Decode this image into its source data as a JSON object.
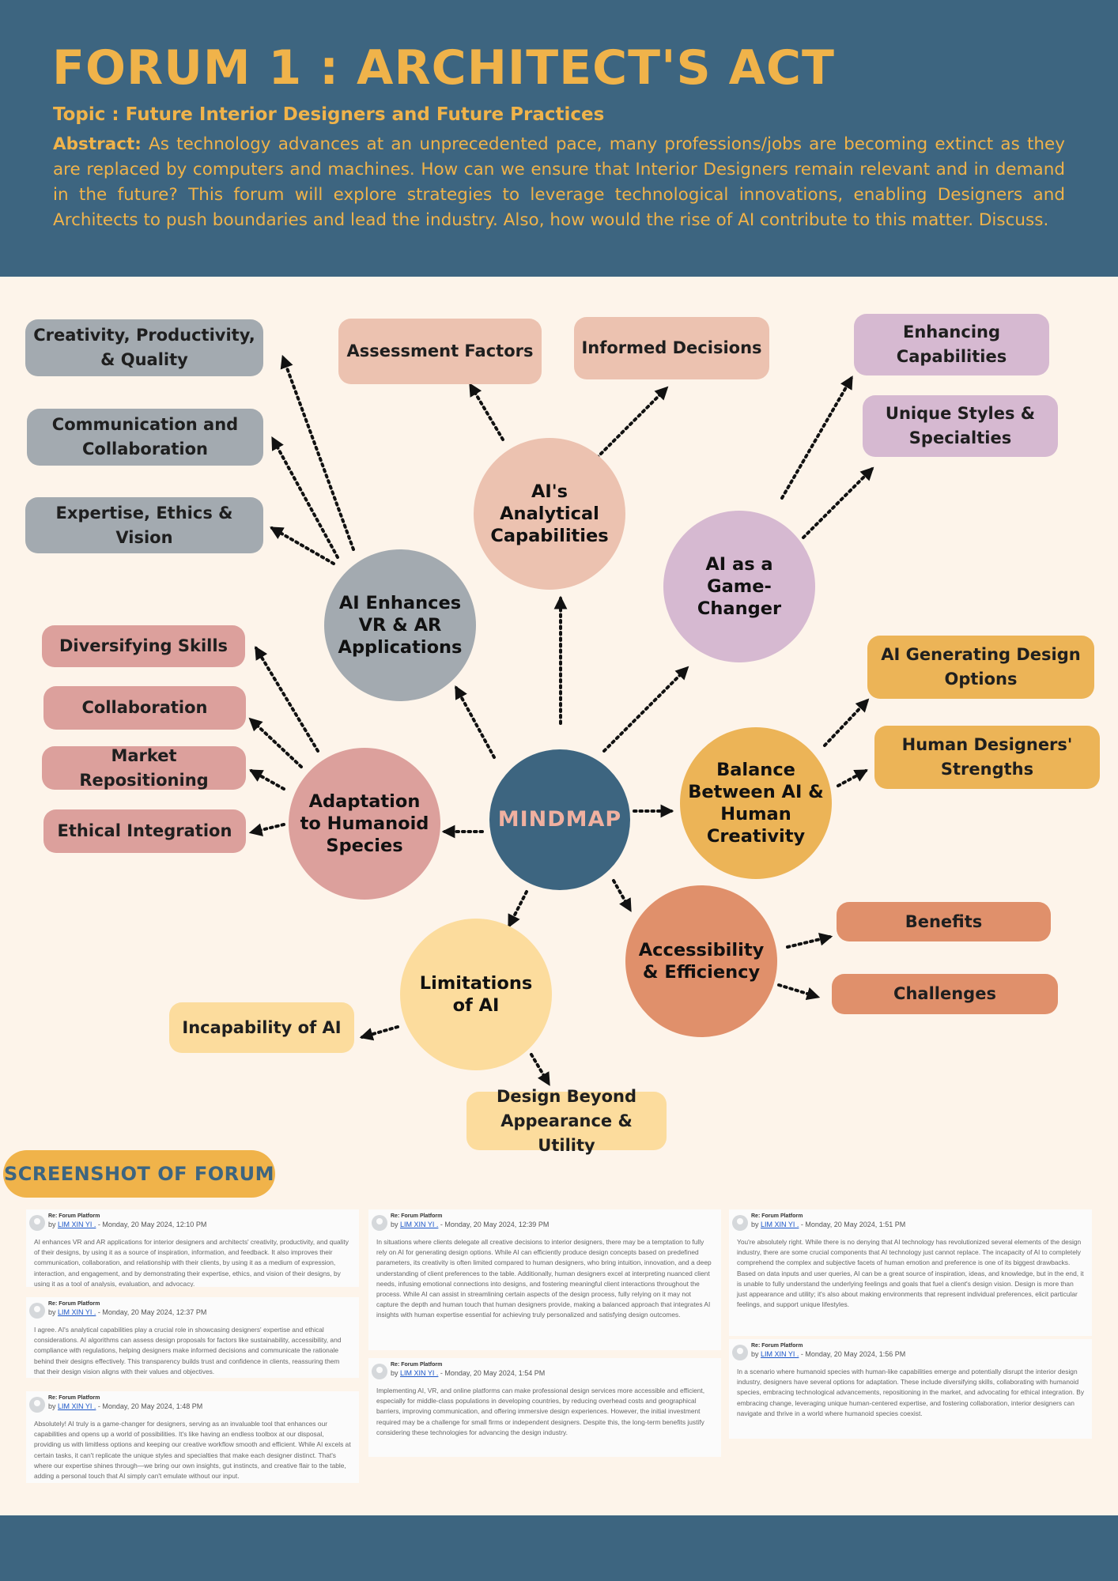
{
  "header": {
    "title": "FORUM 1 : ARCHITECT'S ACT",
    "topic": "Topic : Future Interior Designers and Future Practices",
    "abstract_label": "Abstract:",
    "abstract_text": "As technology advances at an unprecedented pace, many professions/jobs are becoming extinct as they are replaced by computers and machines. How can we ensure that Interior Designers remain relevant and in demand in the future? This forum will explore strategies to leverage technological innovations, enabling Designers and Architects to push boundaries and lead the industry. Also, how would the rise of AI contribute to this matter. Discuss."
  },
  "mindmap": {
    "center": "MINDMAP",
    "colors": {
      "grey": "#a3aab0",
      "peach": "#ecc2b0",
      "lilac": "#d6b9d1",
      "rose": "#dca09c",
      "gold": "#ecb457",
      "orange": "#e0906b",
      "cream": "#fcdc9d",
      "navy": "#3d6580"
    },
    "branches": {
      "vr_ar": "AI Enhances VR & AR Applications",
      "analytical": "AI's Analytical Capabilities",
      "game_changer": "AI as a Game-Changer",
      "adaptation": "Adaptation to Humanoid Species",
      "balance": "Balance Between AI & Human Creativity",
      "accessibility": "Accessibility & Efficiency",
      "limitations": "Limitations of AI"
    },
    "leaves": {
      "creativity": "Creativity, Productivity, & Quality",
      "communication": "Communication and Collaboration",
      "expertise": "Expertise, Ethics & Vision",
      "assessment": "Assessment Factors",
      "informed": "Informed Decisions",
      "enhancing": "Enhancing Capabilities",
      "unique": "Unique Styles & Specialties",
      "diversifying": "Diversifying Skills",
      "collaboration": "Collaboration",
      "market": "Market Repositioning",
      "ethical": "Ethical Integration",
      "generating": "AI Generating Design Options",
      "human_strengths": "Human Designers' Strengths",
      "benefits": "Benefits",
      "challenges": "Challenges",
      "incapability": "Incapability of AI",
      "design_beyond": "Design Beyond Appearance & Utility"
    }
  },
  "forum_section": {
    "label": "SCREENSHOT OF FORUM",
    "posts": [
      {
        "re": "Re: Forum Platform",
        "by": "by",
        "author": "LIM XIN YI .",
        "date": "- Monday, 20 May 2024, 12:10 PM",
        "body": "AI enhances VR and AR applications for interior designers and architects' creativity, productivity, and quality of their designs, by using it as a source of inspiration, information, and feedback. It also improves their communication, collaboration, and relationship with their clients, by using it as a medium of expression, interaction, and engagement, and by demonstrating their expertise, ethics, and vision of their designs, by using it as a tool of analysis, evaluation, and advocacy."
      },
      {
        "re": "Re: Forum Platform",
        "by": "by",
        "author": "LIM XIN YI .",
        "date": "- Monday, 20 May 2024, 12:37 PM",
        "body": "I agree. AI's analytical capabilities play a crucial role in showcasing designers' expertise and ethical considerations. AI algorithms can assess design proposals for factors like sustainability, accessibility, and compliance with regulations, helping designers make informed decisions and communicate the rationale behind their designs effectively. This transparency builds trust and confidence in clients, reassuring them that their design vision aligns with their values and objectives."
      },
      {
        "re": "Re: Forum Platform",
        "by": "by",
        "author": "LIM XIN YI .",
        "date": "- Monday, 20 May 2024, 1:48 PM",
        "body": "Absolutely! AI truly is a game-changer for designers, serving as an invaluable tool that enhances our capabilities and opens up a world of possibilities. It's like having an endless toolbox at our disposal, providing us with limitless options and keeping our creative workflow smooth and efficient. While AI excels at certain tasks, it can't replicate the unique styles and specialties that make each designer distinct. That's where our expertise shines through—we bring our own insights, gut instincts, and creative flair to the table, adding a personal touch that AI simply can't emulate without our input."
      },
      {
        "re": "Re: Forum Platform",
        "by": "by",
        "author": "LIM XIN YI .",
        "date": "- Monday, 20 May 2024, 12:39 PM",
        "body": "In situations where clients delegate all creative decisions to interior designers, there may be a temptation to fully rely on AI for generating design options. While AI can efficiently produce design concepts based on predefined parameters, its creativity is often limited compared to human designers, who bring intuition, innovation, and a deep understanding of client preferences to the table. Additionally, human designers excel at interpreting nuanced client needs, infusing emotional connections into designs, and fostering meaningful client interactions throughout the process. While AI can assist in streamlining certain aspects of the design process, fully relying on it may not capture the depth and human touch that human designers provide, making a balanced approach that integrates AI insights with human expertise essential for achieving truly personalized and satisfying design outcomes."
      },
      {
        "re": "Re: Forum Platform",
        "by": "by",
        "author": "LIM XIN YI .",
        "date": "- Monday, 20 May 2024, 1:54 PM",
        "body": "Implementing AI, VR, and online platforms can make professional design services more accessible and efficient, especially for middle-class populations in developing countries, by reducing overhead costs and geographical barriers, improving communication, and offering immersive design experiences. However, the initial investment required may be a challenge for small firms or independent designers. Despite this, the long-term benefits justify considering these technologies for advancing the design industry."
      },
      {
        "re": "Re: Forum Platform",
        "by": "by",
        "author": "LIM XIN YI .",
        "date": "- Monday, 20 May 2024, 1:51 PM",
        "body": "You're absolutely right. While there is no denying that AI technology has revolutionized several elements of the design industry, there are some crucial components that AI technology just cannot replace. The incapacity of AI to completely comprehend the complex and subjective facets of human emotion and preference is one of its biggest drawbacks. Based on data inputs and user queries, AI can be a great source of inspiration, ideas, and knowledge, but in the end, it is unable to fully understand the underlying feelings and goals that fuel a client's design vision. Design is more than just appearance and utility; it's also about making environments that represent individual preferences, elicit particular feelings, and support unique lifestyles."
      },
      {
        "re": "Re: Forum Platform",
        "by": "by",
        "author": "LIM XIN YI .",
        "date": "- Monday, 20 May 2024, 1:56 PM",
        "body": "In a scenario where humanoid species with human-like capabilities emerge and potentially disrupt the interior design industry, designers have several options for adaptation. These include diversifying skills, collaborating with humanoid species, embracing technological advancements, repositioning in the market, and advocating for ethical integration. By embracing change, leveraging unique human-centered expertise, and fostering collaboration, interior designers can navigate and thrive in a world where humanoid species coexist."
      }
    ]
  }
}
